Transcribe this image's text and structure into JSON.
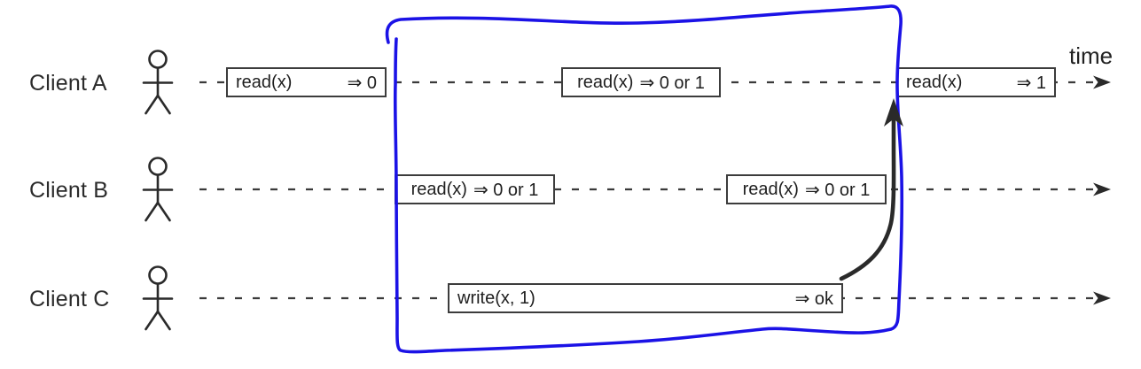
{
  "diagram": {
    "time_axis_label": "time",
    "annotation_color": "#1b12e6",
    "line_color": "#3a3a3a",
    "text_color": "#1f1f1f"
  },
  "rows": [
    {
      "label": "Client A",
      "boxes": [
        {
          "op": "read(x)",
          "result": "⇒ 0"
        },
        {
          "op": "read(x)",
          "result": "⇒ 0 or 1"
        },
        {
          "op": "read(x)",
          "result": "⇒ 1"
        }
      ]
    },
    {
      "label": "Client B",
      "boxes": [
        {
          "op": "read(x)",
          "result": "⇒ 0 or 1"
        },
        {
          "op": "read(x)",
          "result": "⇒ 0 or 1"
        }
      ]
    },
    {
      "label": "Client C",
      "boxes": [
        {
          "op": "write(x, 1)",
          "result": "⇒ ok"
        }
      ]
    }
  ],
  "icons": {
    "person": "stick-figure-person",
    "timeline_arrow": "timeline-arrowhead",
    "causality_arrow": "write-to-read-causality-arrow",
    "annotation": "hand-drawn-highlight-box"
  }
}
